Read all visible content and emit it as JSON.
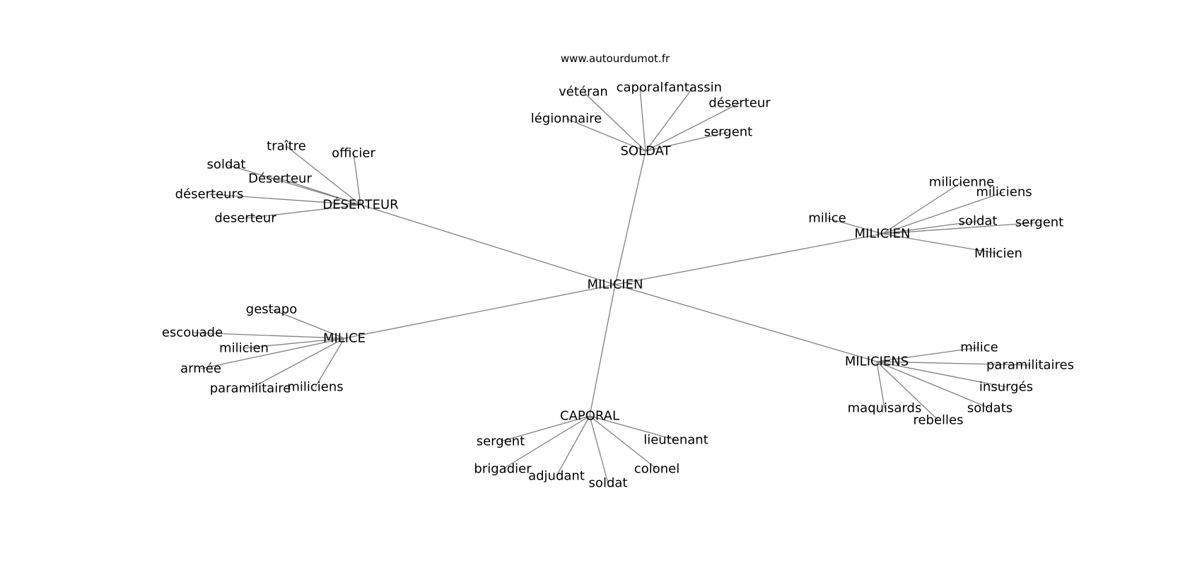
{
  "source": "www.autourdumot.fr",
  "graph": {
    "nodes": [
      {
        "id": "center",
        "label": "MILICIEN"
      },
      {
        "id": "soldat_hub",
        "label": "SOLDAT"
      },
      {
        "id": "deserteur_hub",
        "label": "DÉSERTEUR"
      },
      {
        "id": "milicien_hub",
        "label": "MILICIEN"
      },
      {
        "id": "milice_hub",
        "label": "MILICE"
      },
      {
        "id": "miliciens_hub",
        "label": "MILICIENS"
      },
      {
        "id": "caporal_hub",
        "label": "CAPORAL"
      },
      {
        "id": "s1",
        "label": "vétéran"
      },
      {
        "id": "s2",
        "label": "caporal"
      },
      {
        "id": "s3",
        "label": "fantassin"
      },
      {
        "id": "s4",
        "label": "déserteur"
      },
      {
        "id": "s5",
        "label": "légionnaire"
      },
      {
        "id": "s6",
        "label": "sergent"
      },
      {
        "id": "d1",
        "label": "traître"
      },
      {
        "id": "d2",
        "label": "officier"
      },
      {
        "id": "d3",
        "label": "soldat"
      },
      {
        "id": "d4",
        "label": "Déserteur"
      },
      {
        "id": "d5",
        "label": "déserteurs"
      },
      {
        "id": "d6",
        "label": "deserteur"
      },
      {
        "id": "m1",
        "label": "milicienne"
      },
      {
        "id": "m2",
        "label": "miliciens"
      },
      {
        "id": "m3",
        "label": "milice"
      },
      {
        "id": "m4",
        "label": "soldat"
      },
      {
        "id": "m5",
        "label": "sergent"
      },
      {
        "id": "m6",
        "label": "Milicien"
      },
      {
        "id": "c1",
        "label": "gestapo"
      },
      {
        "id": "c2",
        "label": "escouade"
      },
      {
        "id": "c3",
        "label": "milicien"
      },
      {
        "id": "c4",
        "label": "armée"
      },
      {
        "id": "c5",
        "label": "paramilitaire"
      },
      {
        "id": "c6",
        "label": "miliciens"
      },
      {
        "id": "n1",
        "label": "milice"
      },
      {
        "id": "n2",
        "label": "paramilitaires"
      },
      {
        "id": "n3",
        "label": "insurgés"
      },
      {
        "id": "n4",
        "label": "maquisards"
      },
      {
        "id": "n5",
        "label": "soldats"
      },
      {
        "id": "n6",
        "label": "rebelles"
      },
      {
        "id": "p1",
        "label": "sergent"
      },
      {
        "id": "p2",
        "label": "lieutenant"
      },
      {
        "id": "p3",
        "label": "brigadier"
      },
      {
        "id": "p4",
        "label": "colonel"
      },
      {
        "id": "p5",
        "label": "adjudant"
      },
      {
        "id": "p6",
        "label": "soldat"
      }
    ],
    "edges": [
      [
        "center",
        "soldat_hub"
      ],
      [
        "center",
        "deserteur_hub"
      ],
      [
        "center",
        "milicien_hub"
      ],
      [
        "center",
        "milice_hub"
      ],
      [
        "center",
        "miliciens_hub"
      ],
      [
        "center",
        "caporal_hub"
      ],
      [
        "soldat_hub",
        "s1"
      ],
      [
        "soldat_hub",
        "s2"
      ],
      [
        "soldat_hub",
        "s3"
      ],
      [
        "soldat_hub",
        "s4"
      ],
      [
        "soldat_hub",
        "s5"
      ],
      [
        "soldat_hub",
        "s6"
      ],
      [
        "deserteur_hub",
        "d1"
      ],
      [
        "deserteur_hub",
        "d2"
      ],
      [
        "deserteur_hub",
        "d3"
      ],
      [
        "deserteur_hub",
        "d4"
      ],
      [
        "deserteur_hub",
        "d5"
      ],
      [
        "deserteur_hub",
        "d6"
      ],
      [
        "milicien_hub",
        "m1"
      ],
      [
        "milicien_hub",
        "m2"
      ],
      [
        "milicien_hub",
        "m3"
      ],
      [
        "milicien_hub",
        "m4"
      ],
      [
        "milicien_hub",
        "m5"
      ],
      [
        "milicien_hub",
        "m6"
      ],
      [
        "milice_hub",
        "c1"
      ],
      [
        "milice_hub",
        "c2"
      ],
      [
        "milice_hub",
        "c3"
      ],
      [
        "milice_hub",
        "c4"
      ],
      [
        "milice_hub",
        "c5"
      ],
      [
        "milice_hub",
        "c6"
      ],
      [
        "miliciens_hub",
        "n1"
      ],
      [
        "miliciens_hub",
        "n2"
      ],
      [
        "miliciens_hub",
        "n3"
      ],
      [
        "miliciens_hub",
        "n4"
      ],
      [
        "miliciens_hub",
        "n5"
      ],
      [
        "miliciens_hub",
        "n6"
      ],
      [
        "caporal_hub",
        "p1"
      ],
      [
        "caporal_hub",
        "p2"
      ],
      [
        "caporal_hub",
        "p3"
      ],
      [
        "caporal_hub",
        "p4"
      ],
      [
        "caporal_hub",
        "p5"
      ],
      [
        "caporal_hub",
        "p6"
      ]
    ]
  },
  "colors": {
    "edge": "#808080",
    "text": "#000000",
    "background": "#ffffff"
  }
}
